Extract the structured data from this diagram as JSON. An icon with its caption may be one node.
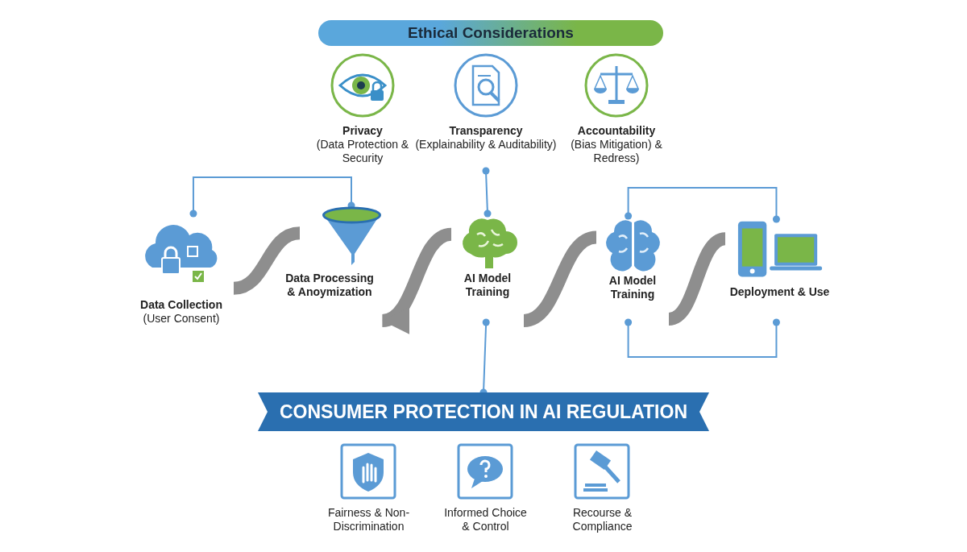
{
  "diagram": {
    "nodes": [
      {
        "text": [
          "Ethical Considerations"
        ]
      },
      {
        "text": [
          "Privacy",
          "(Data Protection & Security"
        ]
      },
      {
        "text": [
          "Transparency",
          "(Explainability & Auditability)"
        ]
      },
      {
        "text": [
          "Accountability",
          "(Bias Mitigation) & Redress)"
        ]
      },
      {
        "text": [
          "Data Collection",
          "(User Consent)"
        ]
      },
      {
        "text": [
          "Data Processing & Anoymization"
        ]
      },
      {
        "text": [
          "AI Model Training"
        ]
      },
      {
        "text": [
          "AI Model Training"
        ]
      },
      {
        "text": [
          "Deployment & Use"
        ]
      },
      {
        "text": [
          "CONSUMER PROTECTION IN AI REGULATION"
        ]
      },
      {
        "text": [
          "Fairness & Non-Discrimination"
        ]
      },
      {
        "text": [
          "Informed Choice & Control"
        ]
      },
      {
        "text": [
          "Recourse & Compliance"
        ]
      }
    ],
    "edges": [
      {
        "from": 4,
        "to": 5,
        "arrow": "none",
        "style": "thick",
        "color": "#8e8e8e"
      },
      {
        "from": 6,
        "to": 5,
        "arrow": "to",
        "style": "thick",
        "color": "#8e8e8e"
      },
      {
        "from": 6,
        "to": 7,
        "arrow": "none",
        "style": "thick",
        "color": "#8e8e8e"
      },
      {
        "from": 7,
        "to": 8,
        "arrow": "none",
        "style": "thick",
        "color": "#8e8e8e"
      },
      {
        "from": 4,
        "to": 5,
        "arrow": "other"
      },
      {
        "from": 2,
        "to": 6,
        "arrow": "other"
      },
      {
        "from": 7,
        "to": 8,
        "arrow": "other"
      },
      {
        "from": 7,
        "to": 8,
        "arrow": "other"
      },
      {
        "from": 6,
        "to": 9,
        "arrow": "other"
      }
    ]
  }
}
